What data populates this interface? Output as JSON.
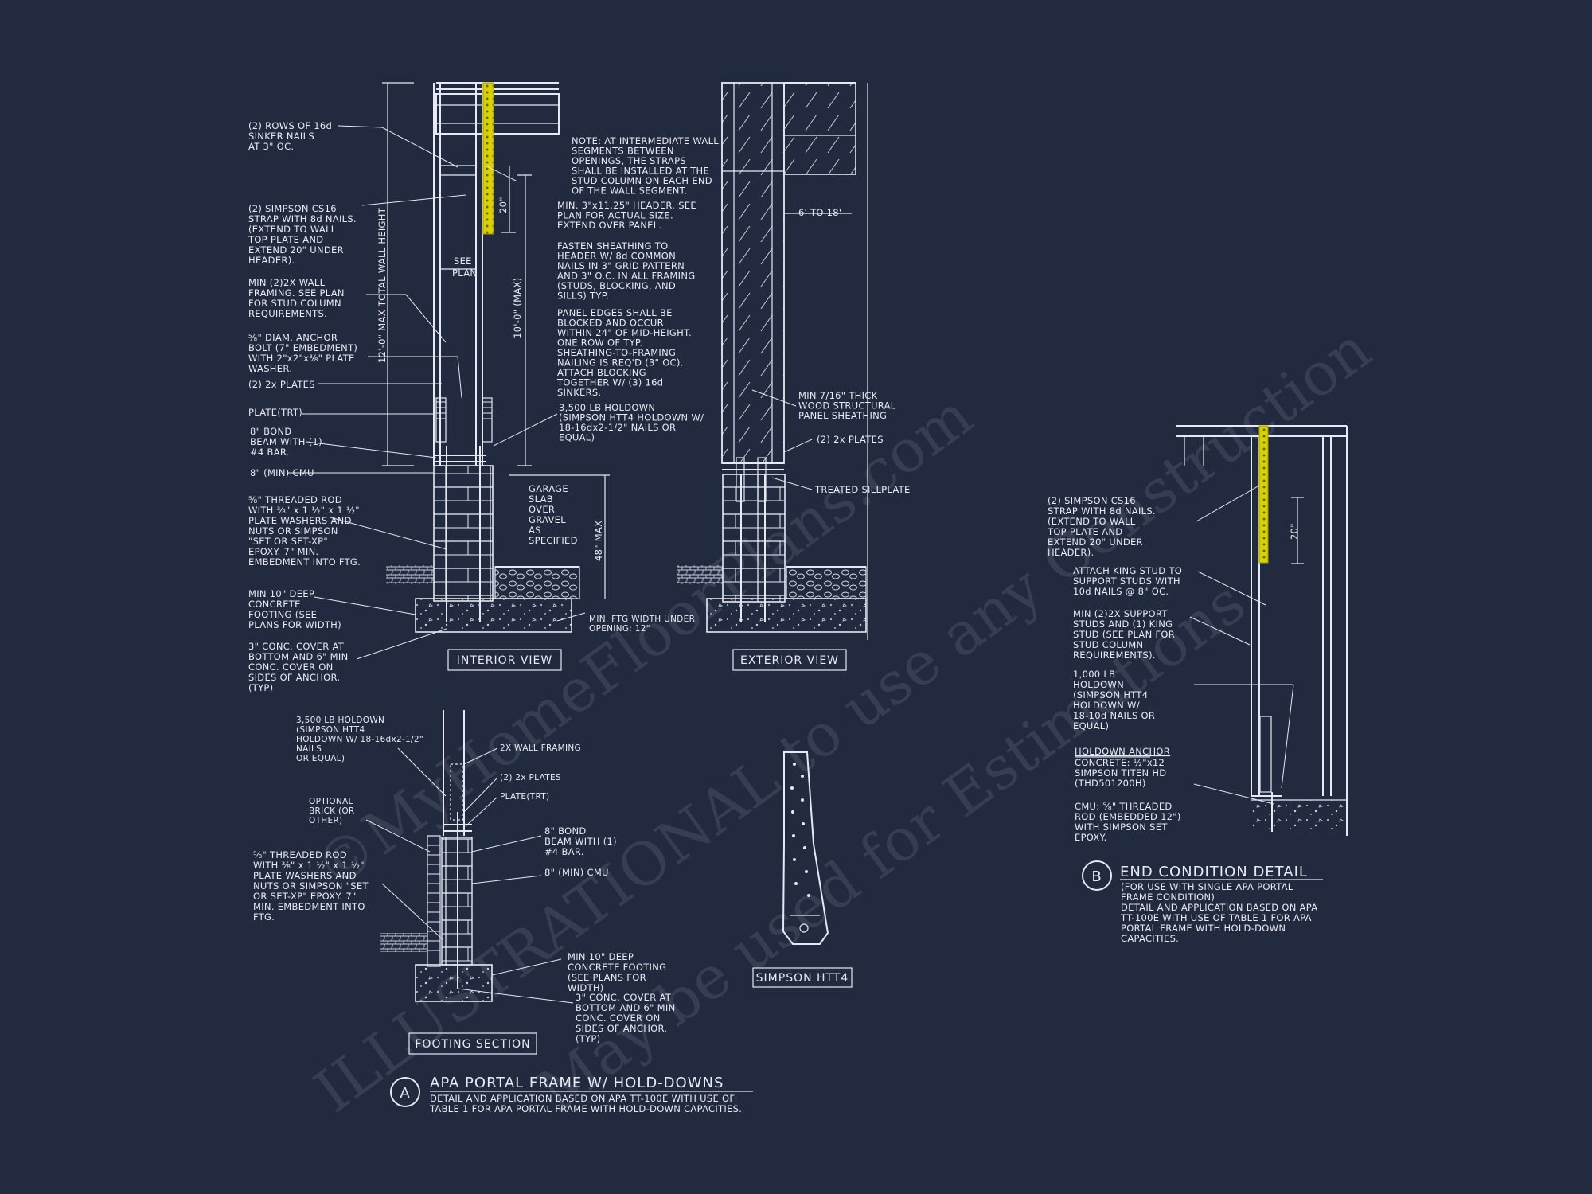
{
  "watermark": {
    "lines": [
      "©MyHomeFloorPlans.com",
      "ILLUSTRATIONAL to use any Construction",
      "May be used for Estimations"
    ]
  },
  "detail_a": {
    "marker": "A",
    "title": "APA PORTAL FRAME W/ HOLD-DOWNS",
    "subtitle": [
      "DETAIL AND APPLICATION BASED ON APA TT-100E WITH USE OF",
      "TABLE 1 FOR APA PORTAL FRAME WITH HOLD-DOWN CAPACITIES."
    ],
    "interior_view_label": "INTERIOR VIEW",
    "exterior_view_label": "EXTERIOR VIEW",
    "footing_section_label": "FOOTING SECTION",
    "simpson_label": "SIMPSON HTT4",
    "interior_notes": {
      "sinker_nails": [
        "(2) ROWS OF 16d",
        "SINKER NAILS",
        "AT 3\" OC."
      ],
      "cs16_strap": [
        "(2) SIMPSON CS16",
        "STRAP WITH 8d NAILS.",
        "(EXTEND TO WALL",
        "TOP PLATE AND",
        "EXTEND 20\" UNDER",
        "HEADER)."
      ],
      "wall_framing": [
        "MIN (2)2X WALL",
        "FRAMING.  SEE PLAN",
        "FOR STUD COLUMN",
        "REQUIREMENTS."
      ],
      "anchor_bolt": [
        "⅝\" DIAM. ANCHOR",
        "BOLT (7\" EMBEDMENT)",
        "WITH 2\"x2\"x⅜\" PLATE",
        "WASHER."
      ],
      "plates": "(2) 2x PLATES",
      "plate_trt": "PLATE(TRT)",
      "bond_beam": [
        "8\" BOND",
        "BEAM WITH (1)",
        "#4 BAR."
      ],
      "cmu": "8\" (MIN) CMU",
      "threaded_rod": [
        "⅝\" THREADED ROD",
        "WITH ⅜\" x 1 ½\" x 1 ½\"",
        "PLATE WASHERS AND",
        "NUTS OR SIMPSON",
        "\"SET OR SET-XP\"",
        "EPOXY.  7\" MIN.",
        "EMBEDMENT INTO FTG."
      ],
      "footing": [
        "MIN 10\" DEEP",
        "CONCRETE",
        "FOOTING (SEE",
        "PLANS FOR WIDTH)"
      ],
      "conc_cover": [
        "3\" CONC. COVER AT",
        "BOTTOM AND 6\" MIN",
        "CONC. COVER ON",
        "SIDES OF ANCHOR.",
        "(TYP)"
      ],
      "see_plan": [
        "SEE",
        "PLAN"
      ],
      "dim_20": "20\"",
      "dim_10max": "10'-0\" (MAX)",
      "dim_12max": "12'-0\" MAX TOTAL WALL HEIGHT",
      "dim_48max": "48\" MAX",
      "garage_slab": [
        "GARAGE",
        "SLAB",
        "OVER",
        "GRAVEL",
        "AS",
        "SPECIFIED"
      ],
      "min_ftg": [
        "MIN. FTG WIDTH UNDER",
        "OPENING: 12\""
      ]
    },
    "center_notes": {
      "straps_note": [
        "NOTE: AT INTERMEDIATE WALL",
        "SEGMENTS BETWEEN",
        "OPENINGS, THE STRAPS",
        "SHALL BE INSTALLED AT THE",
        "STUD COLUMN ON EACH END",
        "OF THE WALL SEGMENT."
      ],
      "header": [
        "MIN. 3\"x11.25\" HEADER. SEE",
        "PLAN FOR ACTUAL SIZE.",
        "EXTEND OVER PANEL."
      ],
      "fasten": [
        "FASTEN SHEATHING TO",
        "HEADER W/ 8d COMMON",
        "NAILS IN 3\" GRID PATTERN",
        "AND 3\" O.C. IN ALL FRAMING",
        "(STUDS, BLOCKING, AND",
        "SILLS) TYP."
      ],
      "panel_edges": [
        "PANEL EDGES SHALL BE",
        "BLOCKED AND OCCUR",
        "WITHIN 24\" OF MID-HEIGHT.",
        "ONE ROW OF TYP.",
        "SHEATHING-TO-FRAMING",
        "NAILING IS REQ'D (3\" OC).",
        "ATTACH BLOCKING",
        "TOGETHER W/ (3) 16d",
        "SINKERS."
      ],
      "holdown": [
        "3,500 LB HOLDOWN",
        "(SIMPSON HTT4 HOLDOWN W/",
        "18-16dx2-1/2\" NAILS OR",
        "EQUAL)"
      ]
    },
    "exterior_notes": {
      "dim_6to18": "6' TO 18'",
      "sheathing": [
        "MIN 7/16\" THICK",
        "WOOD STRUCTURAL",
        "PANEL SHEATHING"
      ],
      "plates": "(2) 2x PLATES",
      "sillplate": "TREATED SILLPLATE"
    },
    "footing_notes": {
      "holdown": [
        "3,500 LB HOLDOWN",
        "(SIMPSON HTT4",
        "HOLDOWN W/ 18-16dx2-1/2\"",
        "NAILS",
        "OR EQUAL)"
      ],
      "wall_framing": "2X WALL FRAMING",
      "plates": "(2) 2x PLATES",
      "plate_trt": "PLATE(TRT)",
      "brick": [
        "OPTIONAL",
        "BRICK (OR",
        "OTHER)"
      ],
      "bond_beam": [
        "8\" BOND",
        "BEAM WITH (1)",
        "#4 BAR."
      ],
      "cmu": "8\" (MIN) CMU",
      "threaded_rod": [
        "⅝\" THREADED ROD",
        "WITH ⅜\" x 1 ½\" x 1 ½\"",
        "PLATE WASHERS AND",
        "NUTS OR SIMPSON \"SET",
        "OR SET-XP\" EPOXY.  7\"",
        "MIN. EMBEDMENT INTO",
        "FTG."
      ],
      "footing": [
        "MIN 10\" DEEP",
        "CONCRETE FOOTING",
        "(SEE PLANS FOR",
        "WIDTH)"
      ],
      "conc_cover": [
        "3\" CONC. COVER AT",
        "BOTTOM AND 6\" MIN",
        "CONC. COVER ON",
        "SIDES OF ANCHOR.",
        "(TYP)"
      ]
    }
  },
  "detail_b": {
    "marker": "B",
    "title": "END CONDITION DETAIL",
    "subtitle": [
      "(FOR USE WITH SINGLE APA PORTAL",
      "FRAME CONDITION)",
      "DETAIL AND APPLICATION BASED ON APA",
      "TT-100E WITH USE OF TABLE 1 FOR APA",
      "PORTAL FRAME WITH HOLD-DOWN",
      "CAPACITIES."
    ],
    "notes": {
      "cs16_strap": [
        "(2) SIMPSON CS16",
        "STRAP WITH 8d NAILS.",
        "(EXTEND TO WALL",
        "TOP PLATE AND",
        "EXTEND 20\" UNDER",
        "HEADER)."
      ],
      "king_stud": [
        "ATTACH KING STUD TO",
        "SUPPORT STUDS WITH",
        "10d NAILS @ 8\" OC."
      ],
      "support_studs": [
        "MIN (2)2X SUPPORT",
        "STUDS AND (1) KING",
        "STUD (SEE PLAN FOR",
        "STUD COLUMN",
        "REQUIREMENTS)."
      ],
      "holdown": [
        "1,000 LB",
        "HOLDOWN",
        "(SIMPSON HTT4",
        "HOLDOWN W/",
        "18-10d NAILS OR",
        "EQUAL)"
      ],
      "anchor_title": "HOLDOWN ANCHOR",
      "anchor_concrete": [
        "CONCRETE: ½\"x12",
        "SIMPSON TITEN HD",
        "(THD501200H)"
      ],
      "anchor_cmu": [
        "CMU: ⅝\" THREADED",
        "ROD (EMBEDDED 12\")",
        "WITH SIMPSON SET",
        "EPOXY."
      ],
      "dim_20": "20\""
    }
  }
}
